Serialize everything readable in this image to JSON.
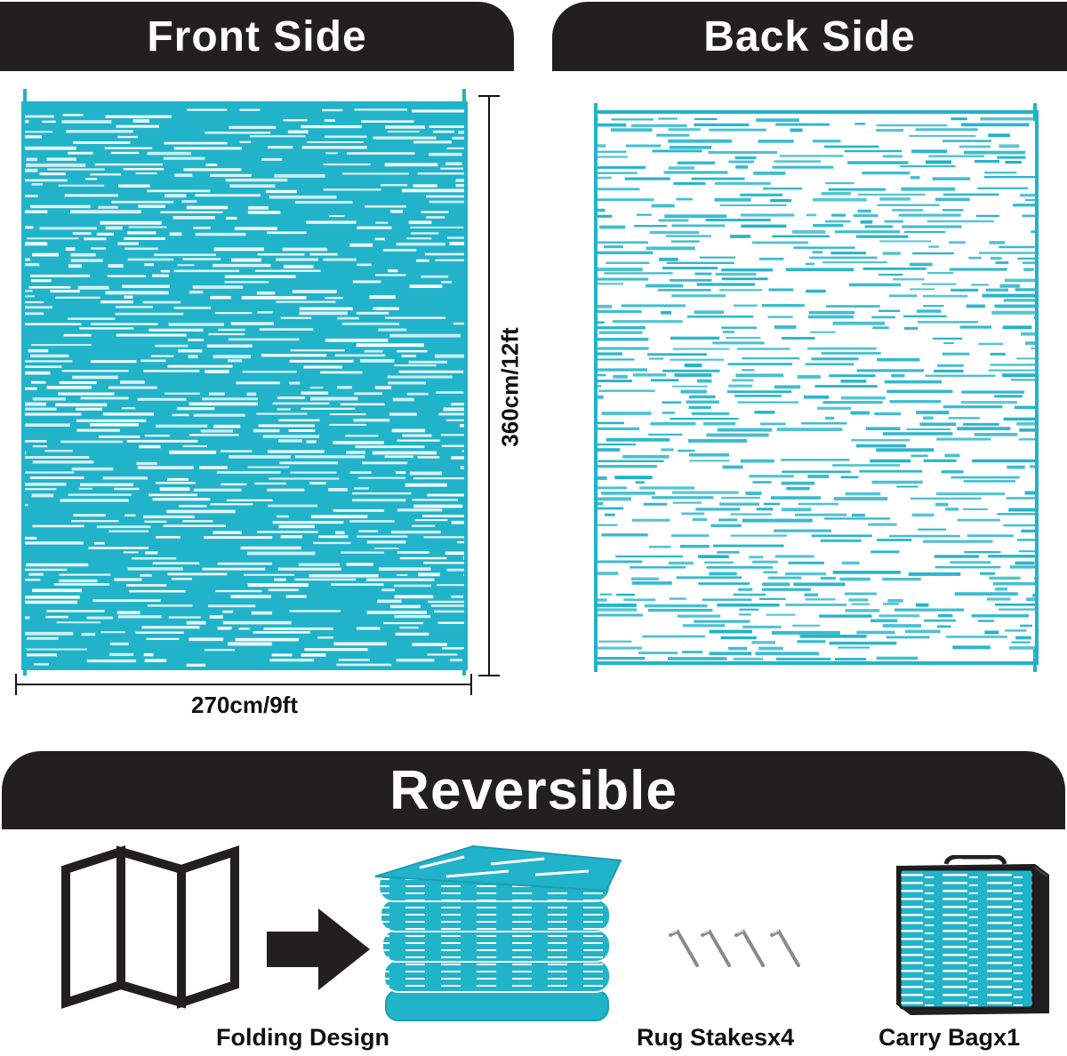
{
  "header": {
    "front_title": "Front Side",
    "back_title": "Back Side"
  },
  "dimensions": {
    "width_label": "270cm/9ft",
    "height_label": "360cm/12ft"
  },
  "banner": {
    "title": "Reversible"
  },
  "features": [
    {
      "label": "Folding Design",
      "icon": "folding-screen-icon"
    },
    {
      "label": "Rug Stakesx4",
      "icon": "rug-stake-icon"
    },
    {
      "label": "Carry Bagx1",
      "icon": "carry-bag-icon"
    }
  ],
  "colors": {
    "teal": "#21b3c9",
    "tab_bg": "#231f20",
    "white": "#ffffff"
  }
}
